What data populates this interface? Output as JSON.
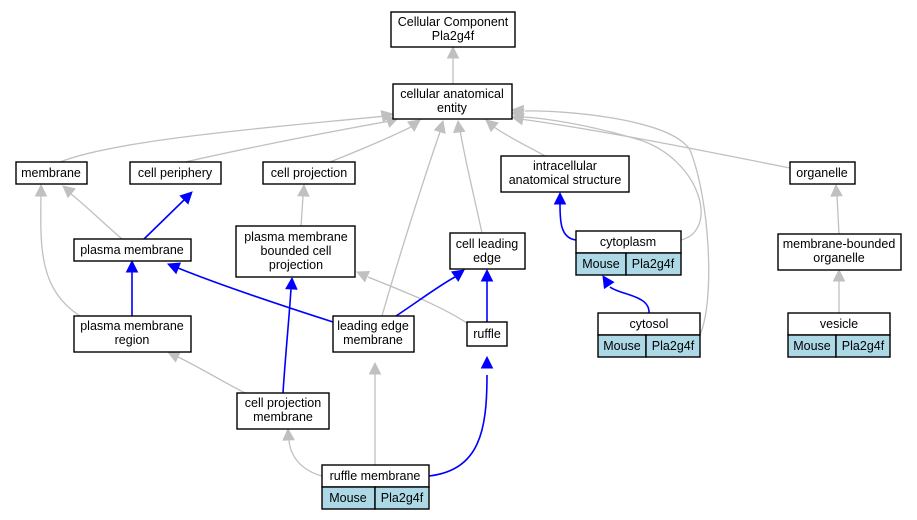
{
  "nodes": {
    "root": {
      "lines": [
        "Cellular Component",
        "Pla2g4f"
      ]
    },
    "cae": {
      "lines": [
        "cellular anatomical",
        "entity"
      ]
    },
    "membrane": {
      "lines": [
        "membrane"
      ]
    },
    "cell_periphery": {
      "lines": [
        "cell periphery"
      ]
    },
    "cell_projection": {
      "lines": [
        "cell projection"
      ]
    },
    "intracellular": {
      "lines": [
        "intracellular",
        "anatomical structure"
      ]
    },
    "organelle": {
      "lines": [
        "organelle"
      ]
    },
    "plasma_membrane": {
      "lines": [
        "plasma membrane"
      ]
    },
    "pm_bounded": {
      "lines": [
        "plasma membrane",
        "bounded cell",
        "projection"
      ]
    },
    "cell_leading_edge": {
      "lines": [
        "cell leading",
        "edge"
      ]
    },
    "cytoplasm": {
      "lines": [
        "cytoplasm"
      ],
      "cells": [
        "Mouse",
        "Pla2g4f"
      ]
    },
    "mb_organelle": {
      "lines": [
        "membrane-bounded",
        "organelle"
      ]
    },
    "pm_region": {
      "lines": [
        "plasma membrane",
        "region"
      ]
    },
    "leading_edge_membrane": {
      "lines": [
        "leading edge",
        "membrane"
      ]
    },
    "ruffle": {
      "lines": [
        "ruffle"
      ]
    },
    "cytosol": {
      "lines": [
        "cytosol"
      ],
      "cells": [
        "Mouse",
        "Pla2g4f"
      ]
    },
    "vesicle": {
      "lines": [
        "vesicle"
      ],
      "cells": [
        "Mouse",
        "Pla2g4f"
      ]
    },
    "cp_membrane": {
      "lines": [
        "cell projection",
        "membrane"
      ]
    },
    "ruffle_membrane": {
      "lines": [
        "ruffle membrane"
      ],
      "cells": [
        "Mouse",
        "Pla2g4f"
      ]
    }
  },
  "colors": {
    "is_a_edge": "#c0c0c0",
    "part_of_edge": "#0000ff",
    "annotation_cell": "#add8e6"
  }
}
